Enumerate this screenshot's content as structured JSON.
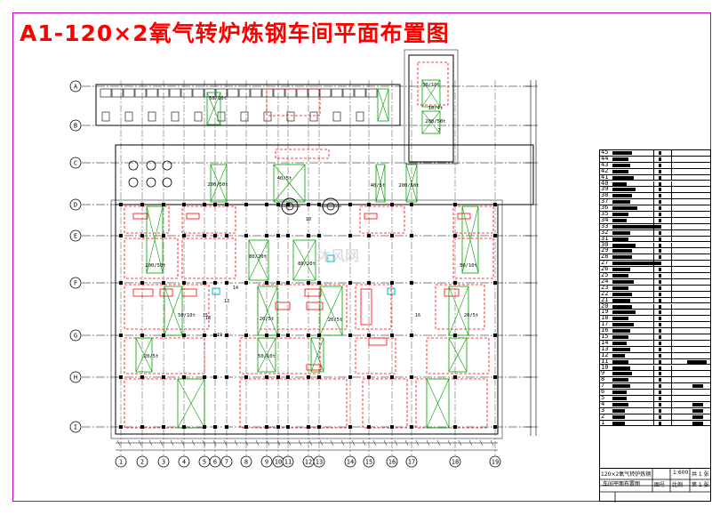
{
  "drawing": {
    "title": "A1-120×2氧气转炉炼钢车间平面布置图",
    "row_axes": [
      "A",
      "B",
      "C",
      "D",
      "E",
      "F",
      "G",
      "H",
      "I"
    ],
    "column_axes": [
      "1",
      "2",
      "3",
      "4",
      "5",
      "6",
      "7",
      "8",
      "9",
      "10",
      "11",
      "12",
      "13",
      "14",
      "15",
      "16",
      "17",
      "18",
      "19"
    ],
    "crane_labels": [
      "50/10t",
      "30/10t",
      "10/4t",
      "200/50t",
      "200/50t",
      "40/5t",
      "40/5t",
      "200/50t",
      "200/50t",
      "80/20t",
      "80/20t",
      "50/10t",
      "50/10t",
      "20/5t",
      "20/5t",
      "20/5t",
      "20/5t",
      "50/10t"
    ],
    "equipment_numbers": [
      "7",
      "10",
      "13",
      "14",
      "15",
      "16",
      "18",
      "19"
    ],
    "watermark": "沐风网"
  },
  "parts_list": {
    "row_numbers": [
      "45",
      "44",
      "43",
      "42",
      "41",
      "40",
      "39",
      "38",
      "37",
      "36",
      "35",
      "34",
      "33",
      "32",
      "31",
      "30",
      "29",
      "28",
      "27",
      "26",
      "25",
      "24",
      "23",
      "22",
      "21",
      "20",
      "19",
      "18",
      "17",
      "16",
      "15",
      "14",
      "13",
      "12",
      "11",
      "10",
      "9",
      "8",
      "7",
      "6",
      "5",
      "4",
      "3",
      "2",
      "1"
    ]
  },
  "title_block": {
    "name_line1": "120×2氧气转炉炼钢",
    "name_line2": "车间平面布置图",
    "scale": "1:600",
    "total_sheets": "共 1 张",
    "sheet_no": "第 1 张",
    "drawing_no": "图号",
    "ratio": "比例"
  },
  "colors": {
    "title": "#ff0000",
    "frame": "#c000c0",
    "wall": "#ff0000",
    "crane": "#00a000",
    "building": "#000000"
  }
}
